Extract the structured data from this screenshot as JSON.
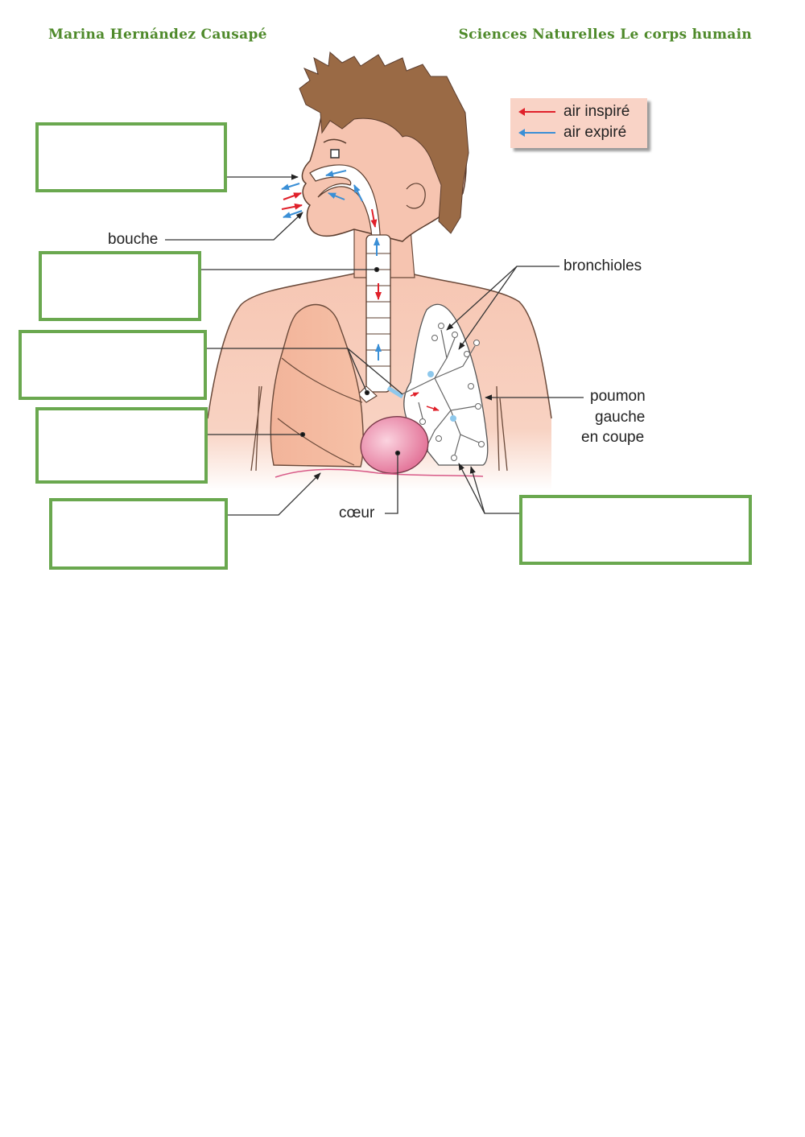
{
  "header": {
    "author": "Marina Hernández Causapé",
    "subject": "Sciences Naturelles Le corps humain"
  },
  "legend": {
    "items": [
      {
        "label": "air inspiré",
        "color": "#e0202a"
      },
      {
        "label": "air expiré",
        "color": "#3a8fd6"
      }
    ]
  },
  "labels": {
    "bouche": "bouche",
    "bronchioles": "bronchioles",
    "poumon_line1": "poumon",
    "poumon_line2": "gauche",
    "poumon_line3": "en coupe",
    "coeur": "cœur"
  },
  "answer_boxes": [
    {
      "id": "box-nez",
      "value": "",
      "placeholder": ""
    },
    {
      "id": "box-trachee",
      "value": "",
      "placeholder": ""
    },
    {
      "id": "box-bronches",
      "value": "",
      "placeholder": ""
    },
    {
      "id": "box-poumon-droit",
      "value": "",
      "placeholder": ""
    },
    {
      "id": "box-diaphragme",
      "value": "",
      "placeholder": ""
    },
    {
      "id": "box-alveoles",
      "value": "",
      "placeholder": ""
    }
  ],
  "colors": {
    "header_green": "#4f8a2b",
    "box_border": "#6aa84f",
    "skin": "#f6c4b0",
    "lung": "#f0a98a",
    "heart": "#ea7fa0",
    "hair": "#9a6a45",
    "legend_bg": "#f9d3c6"
  }
}
